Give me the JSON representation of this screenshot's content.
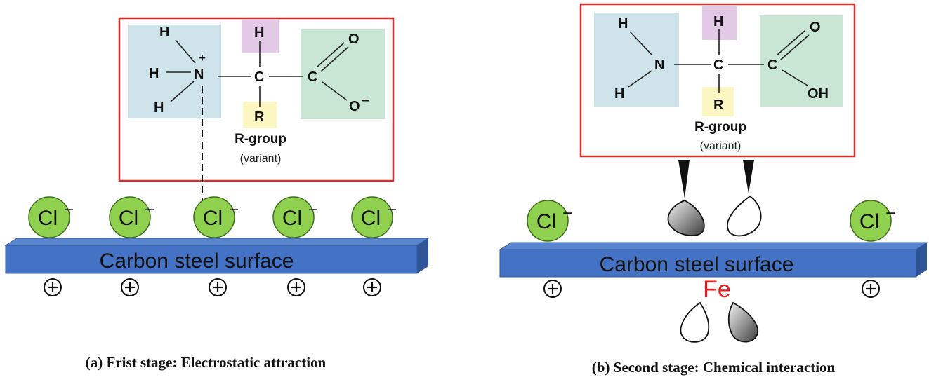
{
  "colors": {
    "box_border": "#d32f2f",
    "amine_box": "#cfe4ea",
    "h_box": "#e2c9e6",
    "r_box": "#fbf6c2",
    "carboxyl_box": "#c8e6d3",
    "chloride_fill": "#8fd14f",
    "surface": "#4472c4",
    "surface_dark": "#2f5597",
    "fe_text": "#e02020"
  },
  "panel_a": {
    "molecule": {
      "amine_h": [
        "H",
        "H",
        "H"
      ],
      "nitrogen": "N",
      "charge_plus": "+",
      "alpha_c": "C",
      "alpha_h": "H",
      "r_label": "R",
      "carbonyl_c": "C",
      "carbonyl_o": "O",
      "oxide_o": "O",
      "charge_minus": "−",
      "rgroup_label": "R-group",
      "rgroup_note": "(variant)"
    },
    "chlorides": [
      "Cl",
      "Cl",
      "Cl",
      "Cl",
      "Cl"
    ],
    "ion_charge": "−",
    "surface_label": "Carbon steel surface",
    "plus_count": 5,
    "caption": "(a) Frist stage: Electrostatic attraction"
  },
  "panel_b": {
    "molecule": {
      "amine_h": [
        "H",
        "H"
      ],
      "nitrogen": "N",
      "alpha_c": "C",
      "alpha_h": "H",
      "r_label": "R",
      "carbonyl_c": "C",
      "carbonyl_o": "O",
      "hydroxyl": "OH",
      "rgroup_label": "R-group",
      "rgroup_note": "(variant)"
    },
    "chlorides": [
      "Cl",
      "Cl"
    ],
    "ion_charge": "−",
    "surface_label": "Carbon steel surface",
    "metal_label": "Fe",
    "plus_count": 2,
    "caption": "(b) Second stage: Chemical interaction"
  }
}
